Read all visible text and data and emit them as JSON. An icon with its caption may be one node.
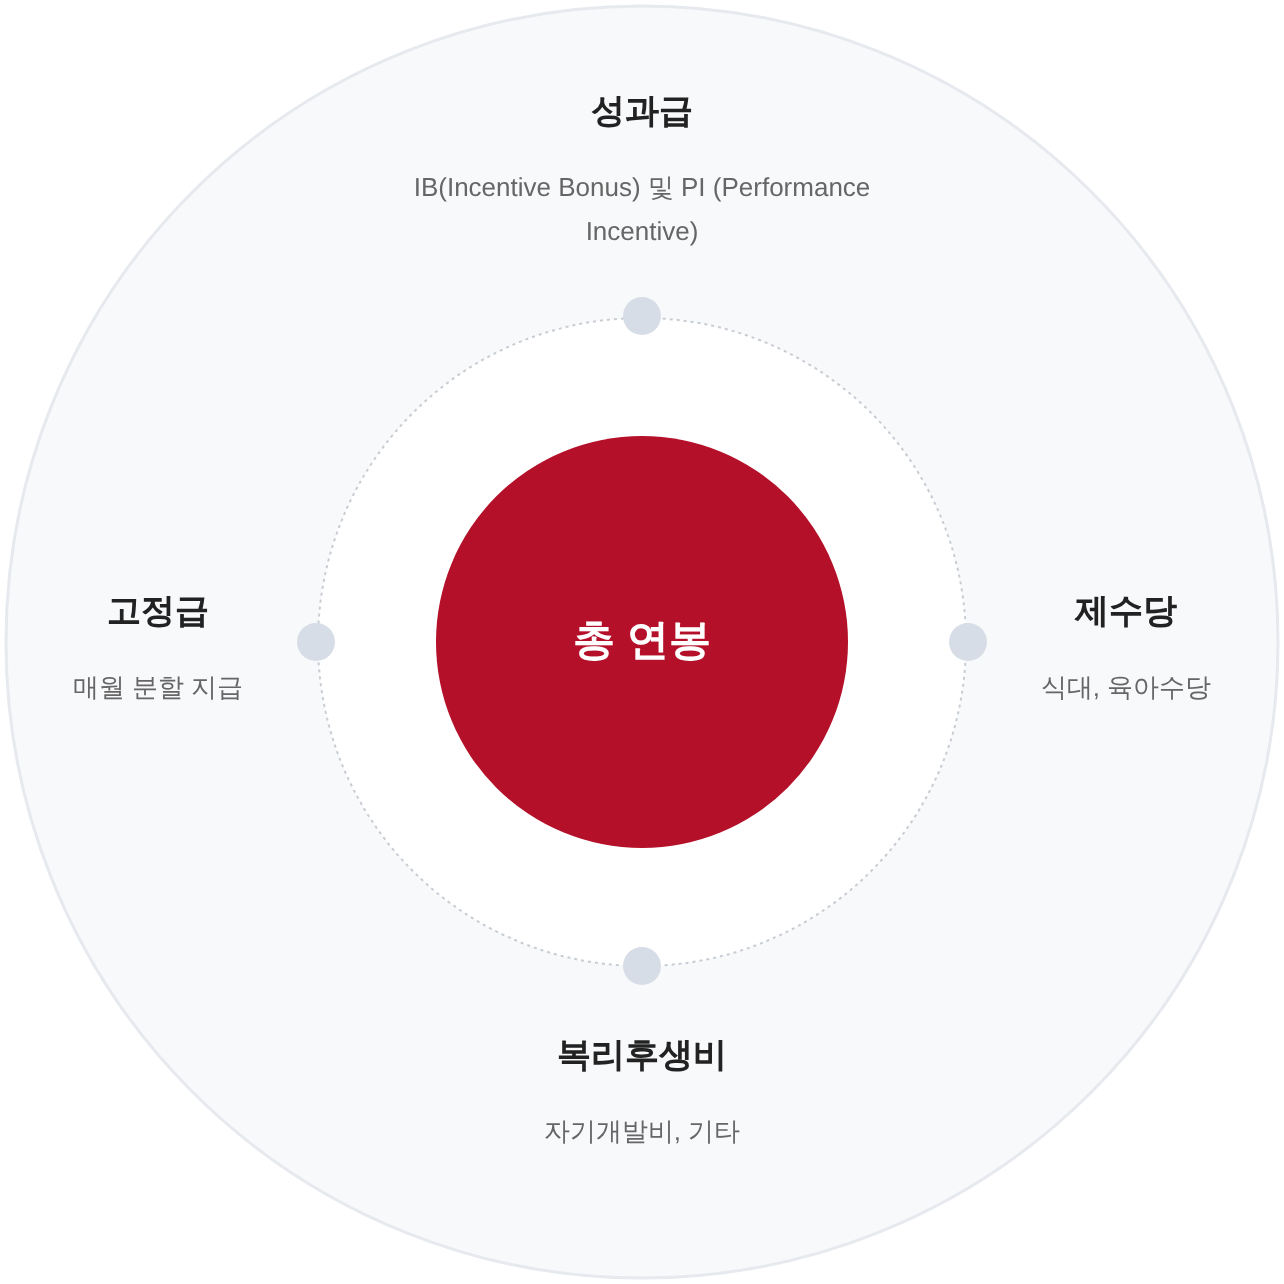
{
  "diagram": {
    "nodes": [
      {
        "text": [
          "총 연봉"
        ]
      },
      {
        "text": [
          "성과급",
          "IB(Incentive Bonus) 및 PI (Performance Incentive)"
        ]
      },
      {
        "text": [
          "고정급",
          "매월 분할 지급"
        ]
      },
      {
        "text": [
          "제수당",
          "식대, 육아수당"
        ]
      },
      {
        "text": [
          "복리후생비",
          "자기개발비, 기타"
        ]
      }
    ]
  }
}
